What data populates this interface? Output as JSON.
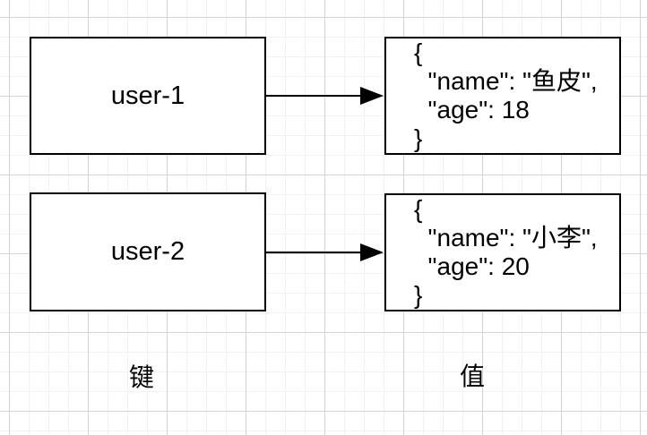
{
  "diagram": {
    "rows": [
      {
        "key": "user-1",
        "value_text": "{\n  \"name\": \"鱼皮\",\n  \"age\": 18\n}"
      },
      {
        "key": "user-2",
        "value_text": "{\n  \"name\": \"小李\",\n  \"age\": 20\n}"
      }
    ],
    "labels": {
      "key_column": "键",
      "value_column": "值"
    },
    "colors": {
      "stroke": "#000000",
      "shape_fill": "#ffffff",
      "grid_minor": "#f2f2f2",
      "grid_major": "#d3d3d3",
      "background": "#ffffff"
    }
  }
}
